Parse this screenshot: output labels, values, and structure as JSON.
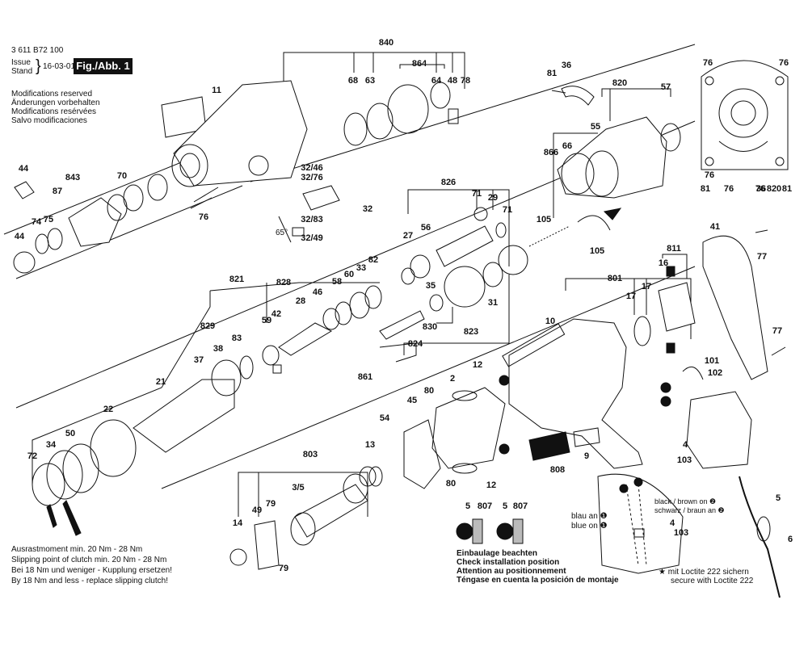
{
  "header": {
    "doc_number": "3 611 B72 100",
    "issue_label": "Issue",
    "stand_label": "Stand",
    "date": "16-03-01",
    "fig_label": "Fig./Abb. 1"
  },
  "modifications": [
    "Modifications reserved",
    "Änderungen vorbehalten",
    "Modifications resérvées",
    "Salvo modificaciones"
  ],
  "torque_notes": [
    "Ausrastmoment min. 20 Nm - 28 Nm",
    "Slipping point of clutch min. 20 Nm - 28 Nm",
    "Bei 18 Nm und weniger - Kupplung ersetzen!",
    "By 18 Nm and less - replace slipping clutch!"
  ],
  "install_note": [
    "Einbaulage beachten",
    "Check installation position",
    "Attention au positionnement",
    "Téngase en cuenta la posición de montaje"
  ],
  "loctite_note": [
    "★ mit Loctite 222 sichern",
    "secure with Loctite 222"
  ],
  "wiring": {
    "blau_an": "blau an ❶",
    "blue_on": "blue on ❶",
    "black_brown": "black / brown on ❷",
    "schwarz_braun": "schwarz / braun an ❷"
  },
  "angle_label": "65°",
  "part_labels": [
    "840",
    "864",
    "68",
    "63",
    "64",
    "48",
    "78",
    "11",
    "36",
    "81",
    "820",
    "55",
    "57",
    "76",
    "76",
    "76",
    "81",
    "76",
    "36",
    "820",
    "76",
    "81",
    "44",
    "843",
    "70",
    "87",
    "74",
    "75",
    "44",
    "76",
    "32/46",
    "32/76",
    "32",
    "32/83",
    "32/49",
    "826",
    "71",
    "29",
    "71",
    "27",
    "56",
    "105",
    "105",
    "866",
    "66",
    "41",
    "77",
    "821",
    "828",
    "46",
    "58",
    "60",
    "33",
    "82",
    "35",
    "31",
    "811",
    "16",
    "801",
    "17",
    "17",
    "28",
    "42",
    "59",
    "829",
    "38",
    "83",
    "37",
    "830",
    "823",
    "824",
    "861",
    "10",
    "12",
    "2",
    "80",
    "45",
    "21",
    "22",
    "50",
    "34",
    "72",
    "54",
    "803",
    "13",
    "3/5",
    "79",
    "49",
    "14",
    "79",
    "80",
    "12",
    "808",
    "9",
    "101",
    "102",
    "4",
    "103",
    "5",
    "6",
    "77",
    "5",
    "807",
    "5",
    "807",
    "4",
    "103"
  ]
}
